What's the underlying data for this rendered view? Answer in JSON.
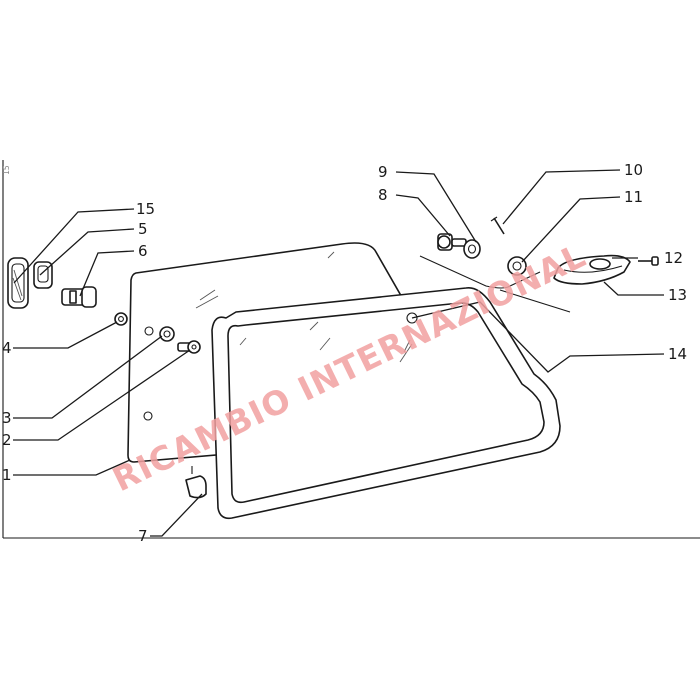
{
  "corner_mark": "15",
  "watermark": {
    "text": "RICAMBIO INTERNAZIONAL",
    "color": "#f2a0a0"
  },
  "labels": {
    "p1": "1",
    "p2": "2",
    "p3": "3",
    "p4": "4",
    "p5": "5",
    "p6": "6",
    "p7": "7",
    "p8": "8",
    "p9": "9",
    "p10": "10",
    "p11": "11",
    "p12": "12",
    "p13": "13",
    "p14": "14",
    "p15": "15"
  }
}
